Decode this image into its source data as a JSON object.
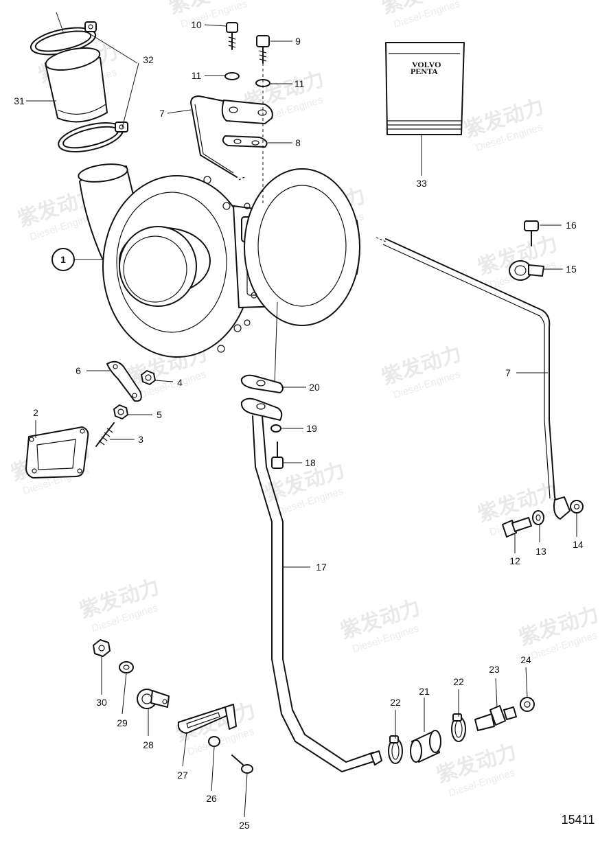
{
  "diagram": {
    "drawing_number": "15411",
    "watermark": {
      "brand": "紫发动力",
      "sub": "Diesel-Engines"
    },
    "manual": {
      "brand_line1": "VOLVO",
      "brand_line2": "PENTA"
    },
    "callouts": [
      {
        "id": "c1",
        "label": "1"
      },
      {
        "id": "c2",
        "label": "2"
      },
      {
        "id": "c3",
        "label": "3"
      },
      {
        "id": "c4",
        "label": "4"
      },
      {
        "id": "c5",
        "label": "5"
      },
      {
        "id": "c6",
        "label": "6"
      },
      {
        "id": "c7a",
        "label": "7"
      },
      {
        "id": "c7b",
        "label": "7"
      },
      {
        "id": "c8",
        "label": "8"
      },
      {
        "id": "c9",
        "label": "9"
      },
      {
        "id": "c10",
        "label": "10"
      },
      {
        "id": "c11a",
        "label": "11"
      },
      {
        "id": "c11b",
        "label": "11"
      },
      {
        "id": "c12",
        "label": "12"
      },
      {
        "id": "c13",
        "label": "13"
      },
      {
        "id": "c14",
        "label": "14"
      },
      {
        "id": "c15",
        "label": "15"
      },
      {
        "id": "c16",
        "label": "16"
      },
      {
        "id": "c17",
        "label": "17"
      },
      {
        "id": "c18",
        "label": "18"
      },
      {
        "id": "c19",
        "label": "19"
      },
      {
        "id": "c20",
        "label": "20"
      },
      {
        "id": "c21",
        "label": "21"
      },
      {
        "id": "c22a",
        "label": "22"
      },
      {
        "id": "c22b",
        "label": "22"
      },
      {
        "id": "c23",
        "label": "23"
      },
      {
        "id": "c24",
        "label": "24"
      },
      {
        "id": "c25",
        "label": "25"
      },
      {
        "id": "c26",
        "label": "26"
      },
      {
        "id": "c27",
        "label": "27"
      },
      {
        "id": "c28",
        "label": "28"
      },
      {
        "id": "c29",
        "label": "29"
      },
      {
        "id": "c30",
        "label": "30"
      },
      {
        "id": "c31",
        "label": "31"
      },
      {
        "id": "c32",
        "label": "32"
      },
      {
        "id": "c33",
        "label": "33"
      }
    ]
  }
}
